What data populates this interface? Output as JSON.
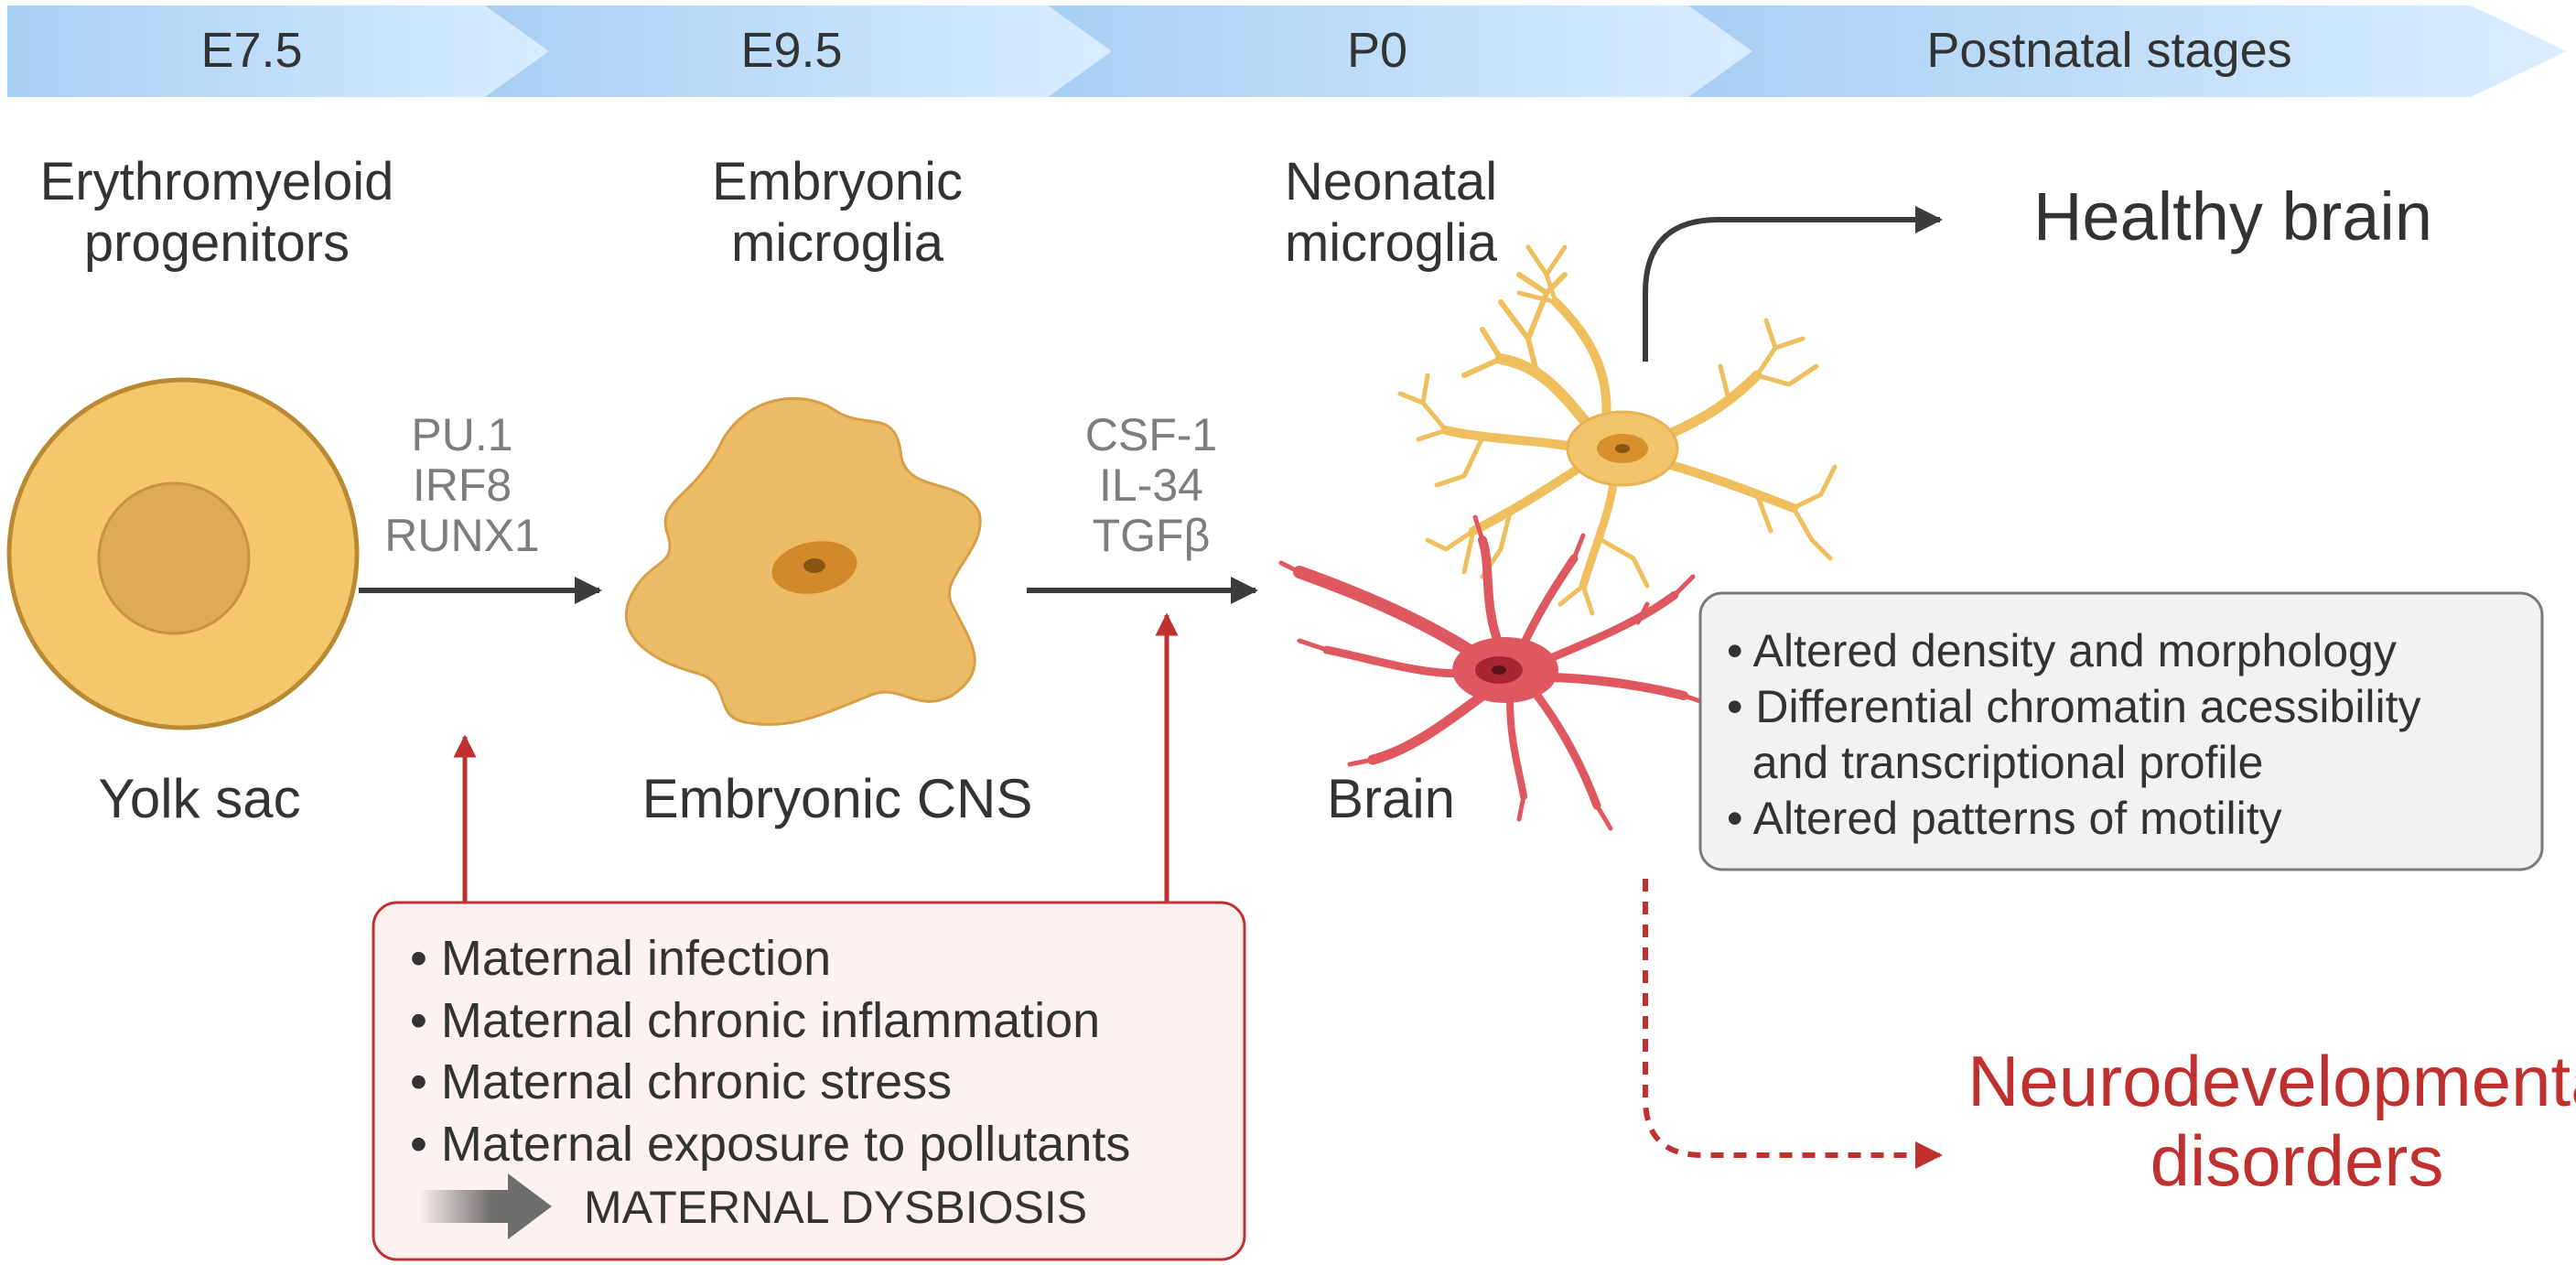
{
  "timeline": {
    "stages": [
      "E7.5",
      "E9.5",
      "P0",
      "Postnatal stages"
    ]
  },
  "headers": {
    "erythromyeloid": [
      "Erythromyeloid",
      "progenitors"
    ],
    "embryonic_microglia": [
      "Embryonic",
      "microglia"
    ],
    "neonatal_microglia": [
      "Neonatal",
      "microglia"
    ]
  },
  "factors": {
    "first": [
      "PU.1",
      "IRF8",
      "RUNX1"
    ],
    "second": [
      "CSF-1",
      "IL-34",
      "TGFβ"
    ]
  },
  "locations": {
    "yolk_sac": "Yolk sac",
    "embryonic_cns": "Embryonic CNS",
    "brain": "Brain"
  },
  "outcomes": {
    "healthy": "Healthy brain",
    "disorders": [
      "Neurodevelopmental",
      "disorders"
    ]
  },
  "maternal_box": {
    "items": [
      "• Maternal infection",
      "• Maternal chronic inflammation",
      "• Maternal chronic stress",
      "• Maternal exposure to pollutants"
    ],
    "result": "MATERNAL DYSBIOSIS"
  },
  "effects_box": {
    "items": [
      "• Altered density and morphology",
      "• Differential chromatin acessibility",
      "  and transcriptional profile",
      "• Altered patterns of motility"
    ]
  },
  "colors": {
    "timeline": "#a9d1f5",
    "cell_fill": "#f5c66a",
    "microglia_fill": "#e8b860",
    "healthy_microglia": "#f0c46a",
    "affected_microglia": "#e0585f",
    "red_accent": "#c0302f",
    "dark_arrow": "#3c3c3c"
  }
}
